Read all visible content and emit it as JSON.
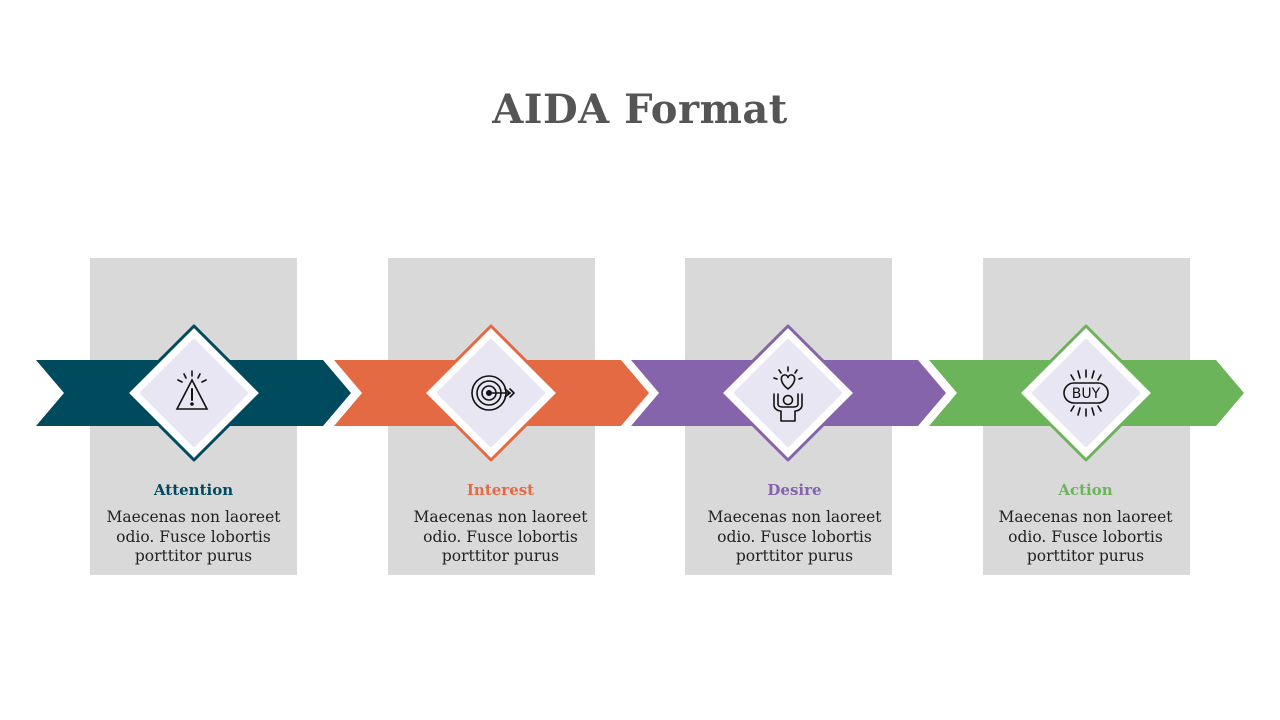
{
  "title": "AIDA Format",
  "stages": [
    {
      "label": "Attention",
      "color": "#004a5e",
      "icon": "warning-triangle-icon",
      "description": "Maecenas non laoreet odio. Fusce lobortis porttitor purus"
    },
    {
      "label": "Interest",
      "color": "#e46a44",
      "icon": "target-dart-icon",
      "description": "Maecenas non laoreet odio. Fusce lobortis porttitor purus"
    },
    {
      "label": "Desire",
      "color": "#8664ab",
      "icon": "heart-person-icon",
      "description": "Maecenas non laoreet odio. Fusce lobortis porttitor purus"
    },
    {
      "label": "Action",
      "color": "#6bb45a",
      "icon": "buy-button-icon",
      "description": "Maecenas non laoreet odio. Fusce lobortis porttitor purus"
    }
  ],
  "buy_icon_text": "BUY"
}
